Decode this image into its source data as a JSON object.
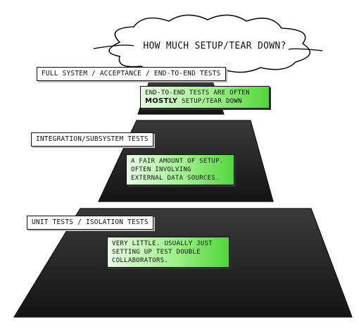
{
  "cloud": {
    "text": "How much setup/tear down?"
  },
  "tiers": [
    {
      "label": "Full system / acceptance / end-to-end tests",
      "note_prefix": "",
      "note_lines": [
        "End-to-end tests are often"
      ],
      "note_bold": "Mostly",
      "note_rest": " setup/tear down"
    },
    {
      "label": "Integration/subsystem tests",
      "note_lines": [
        "A fair amount of setup.",
        "Often involving",
        "external data sources."
      ]
    },
    {
      "label": "Unit tests / isolation tests",
      "note_lines": [
        "Very little. Usually just",
        "setting up test double",
        "collaborators."
      ]
    }
  ],
  "colors": {
    "pyramid_fill": "#1e1e1e",
    "note_green": "#52d63a",
    "outline": "#111111"
  }
}
